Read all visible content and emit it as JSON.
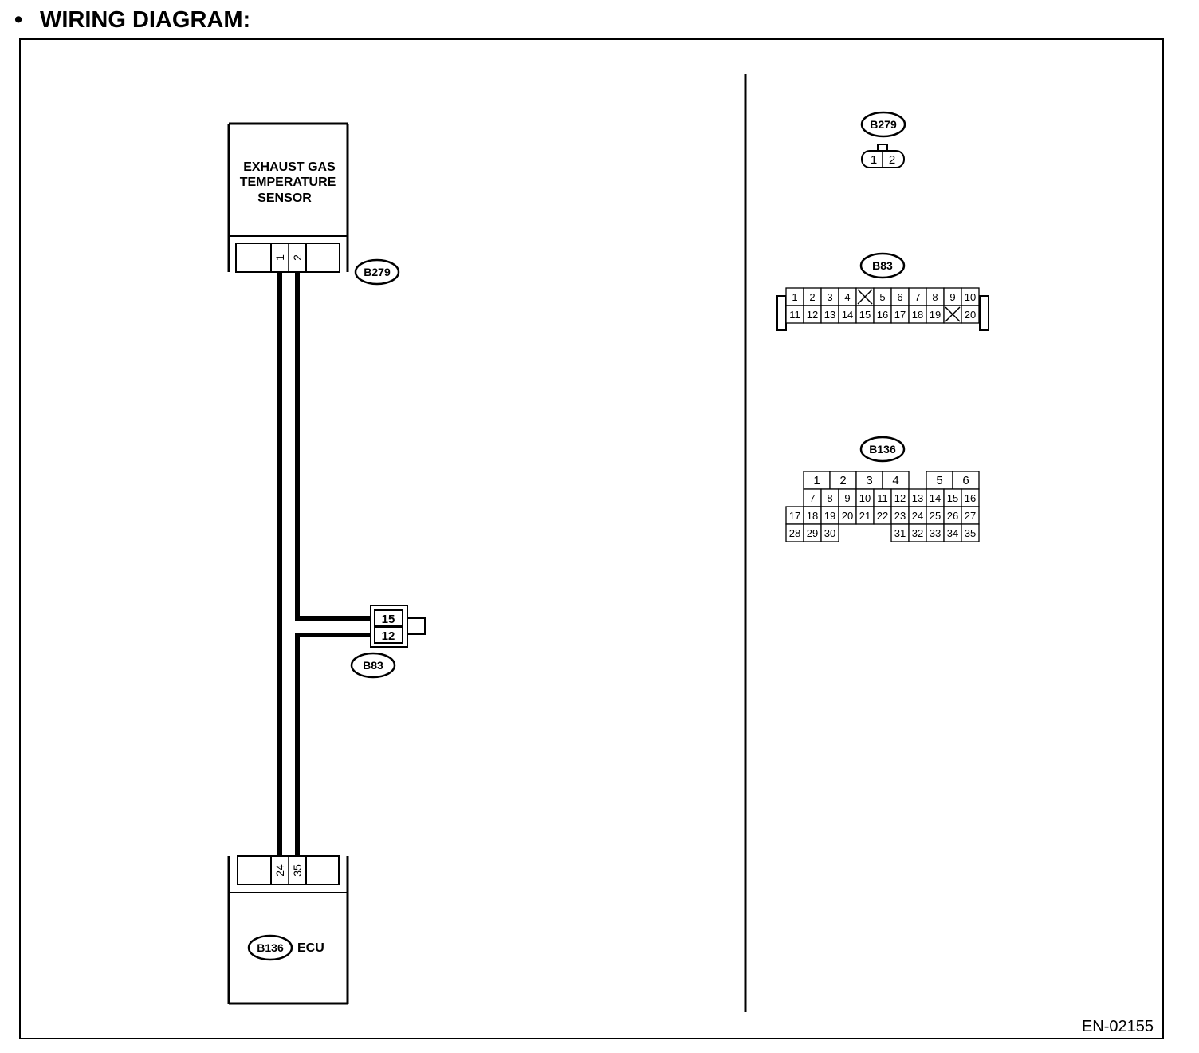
{
  "header": {
    "bullet": "•",
    "title": "WIRING DIAGRAM:"
  },
  "diagram": {
    "sensor": {
      "line1": "EXHAUST GAS",
      "line2": "TEMPERATURE",
      "line3": "SENSOR",
      "connector": "B279",
      "pins": [
        "1",
        "2"
      ]
    },
    "junction": {
      "connector": "B83",
      "pins": [
        "15",
        "12"
      ]
    },
    "ecu": {
      "label": "ECU",
      "connector": "B136",
      "pins": [
        "24",
        "35"
      ]
    },
    "figure_code": "EN-02155"
  },
  "connector_views": {
    "b279": {
      "label": "B279",
      "pins": [
        "1",
        "2"
      ]
    },
    "b83": {
      "label": "B83",
      "rows": [
        [
          "1",
          "2",
          "3",
          "4",
          "X",
          "5",
          "6",
          "7",
          "8",
          "9",
          "10"
        ],
        [
          "11",
          "12",
          "13",
          "14",
          "15",
          "16",
          "17",
          "18",
          "19",
          "X",
          "20"
        ]
      ]
    },
    "b136": {
      "label": "B136",
      "top_pins": [
        "1",
        "2",
        "3",
        "4",
        "5",
        "6"
      ],
      "row2": [
        "7",
        "8",
        "9",
        "10",
        "11",
        "12",
        "13",
        "14",
        "15",
        "16"
      ],
      "row3": [
        "17",
        "18",
        "19",
        "20",
        "21",
        "22",
        "23",
        "24",
        "25",
        "26",
        "27"
      ],
      "row4_left": [
        "28",
        "29",
        "30"
      ],
      "row4_right": [
        "31",
        "32",
        "33",
        "34",
        "35"
      ]
    }
  }
}
